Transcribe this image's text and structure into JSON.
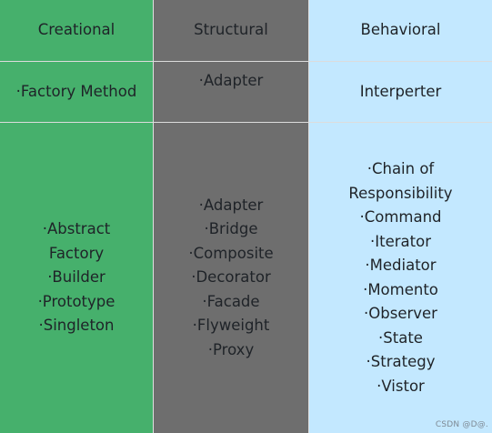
{
  "columns": {
    "creational": {
      "header": "Creational",
      "row1": [
        "·Factory Method"
      ],
      "row2": [
        "·Abstract",
        "Factory",
        "·Builder",
        "·Prototype",
        "·Singleton"
      ]
    },
    "structural": {
      "header": "Structural",
      "row1": [
        "·Adapter"
      ],
      "row2": [
        "·Adapter",
        "·Bridge",
        "·Composite",
        "·Decorator",
        "·Facade",
        "·Flyweight",
        "·Proxy"
      ]
    },
    "behavioral": {
      "header": "Behavioral",
      "row1": [
        "Interperter"
      ],
      "row2": [
        "·Chain of",
        "Responsibility",
        "·Command",
        "·Iterator",
        "·Mediator",
        "·Momento",
        "·Observer",
        "·State",
        "·Strategy",
        "·Vistor"
      ]
    }
  },
  "colors": {
    "creational": "#46b06c",
    "structural": "#6e6e6e",
    "behavioral": "#c3e8ff",
    "text": "#1f2328"
  },
  "watermark": "CSDN @D@."
}
